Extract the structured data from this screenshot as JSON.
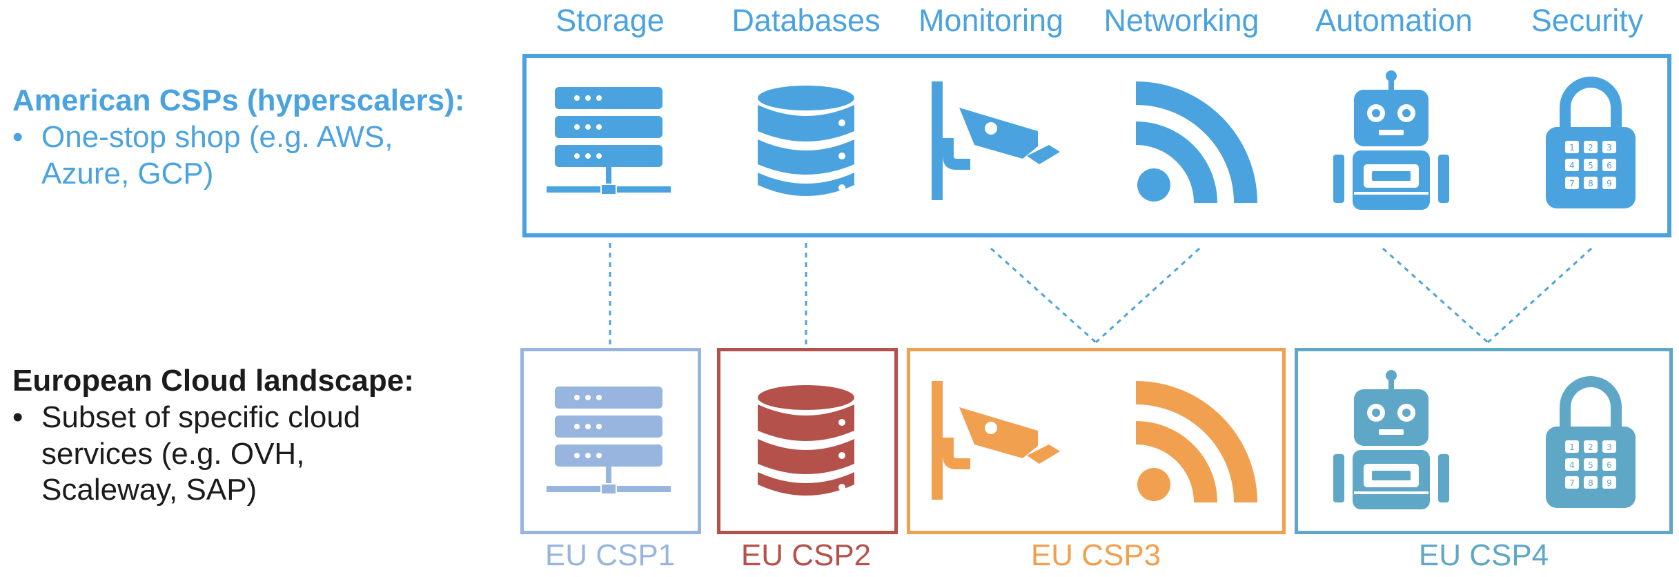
{
  "categories": [
    "Storage",
    "Databases",
    "Monitoring",
    "Networking",
    "Automation",
    "Security"
  ],
  "american": {
    "heading": "American CSPs (hyperscalers):",
    "bullet_mark": "•",
    "bullet_lines": [
      "One-stop shop (e.g. AWS,",
      "Azure, GCP)"
    ]
  },
  "european": {
    "heading": "European Cloud landscape:",
    "bullet_mark": "•",
    "bullet_lines": [
      "Subset of specific cloud",
      "services (e.g. OVH,",
      "Scaleway, SAP)"
    ]
  },
  "eu_providers": [
    {
      "label": "EU CSP1",
      "color": "#98b5e0",
      "services": [
        "Storage"
      ]
    },
    {
      "label": "EU CSP2",
      "color": "#b4514b",
      "services": [
        "Databases"
      ]
    },
    {
      "label": "EU CSP3",
      "color": "#f0a04f",
      "services": [
        "Monitoring",
        "Networking"
      ]
    },
    {
      "label": "EU CSP4",
      "color": "#5fa7c6",
      "services": [
        "Automation",
        "Security"
      ]
    }
  ],
  "icons": [
    "server-icon",
    "database-icon",
    "camera-icon",
    "wifi-icon",
    "robot-icon",
    "lock-icon"
  ],
  "keypad_digits": [
    "1",
    "2",
    "3",
    "4",
    "5",
    "6",
    "7",
    "8",
    "9"
  ],
  "colors": {
    "american": "#4aa3df",
    "european_text": "#1b1b1b",
    "connector": "#4aa3df"
  }
}
